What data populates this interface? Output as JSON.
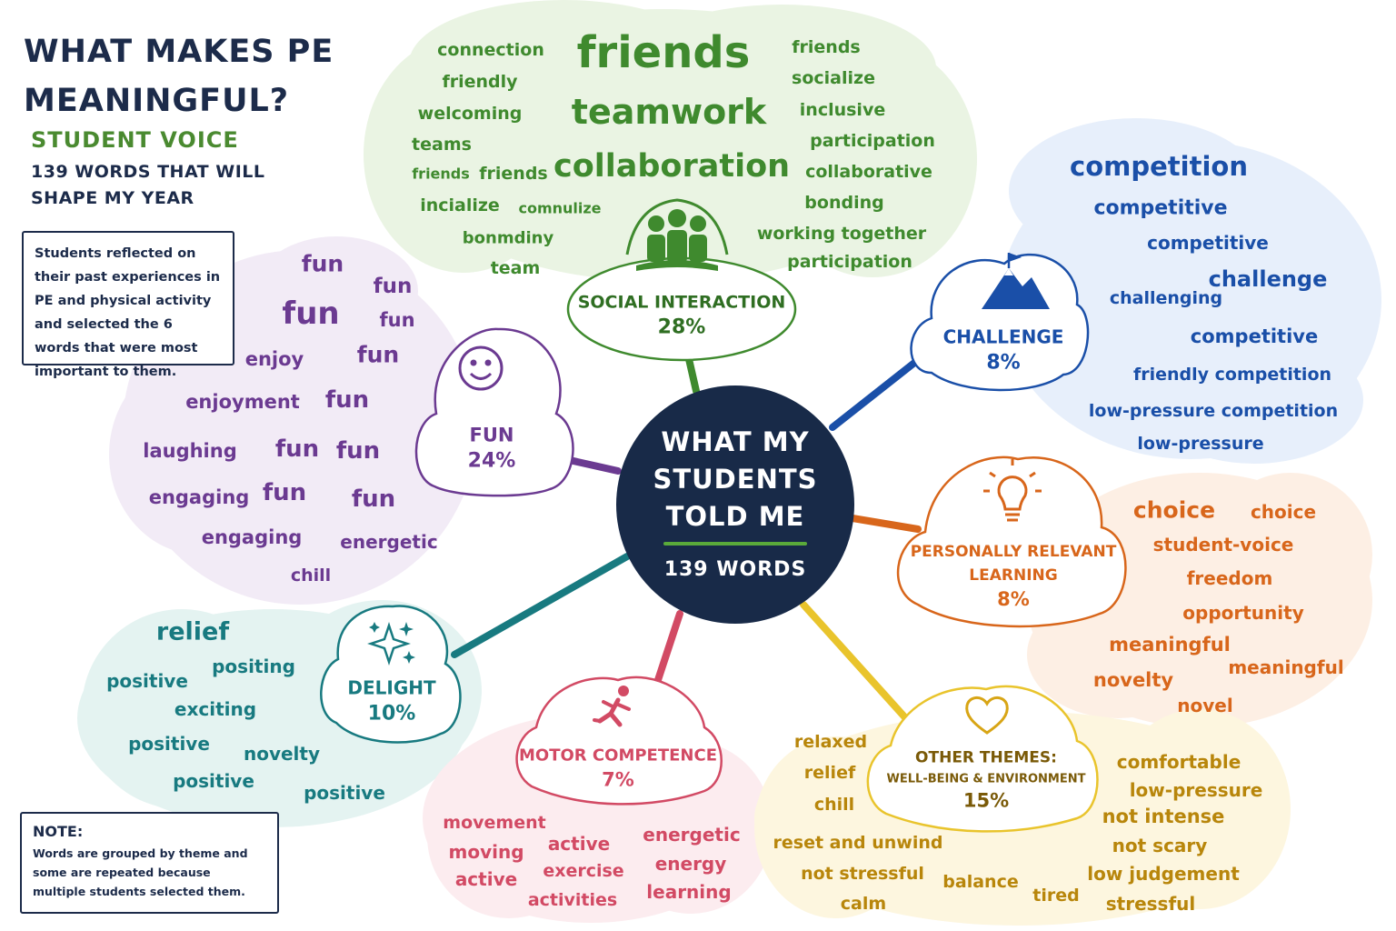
{
  "title_line1": "WHAT MAKES PE",
  "title_line2": "MEANINGFUL?",
  "subtitle": "STUDENT VOICE",
  "subline1": "139 WORDS THAT WILL",
  "subline2": "SHAPE MY YEAR",
  "intro": "Students reflected on their past experiences in PE and physical activity and selected the 6 words that were most important to them.",
  "note": {
    "heading": "NOTE:",
    "body": "Words are grouped by theme and some are repeated because multiple students selected them."
  },
  "hub": {
    "line1": "WHAT MY",
    "line2": "STUDENTS",
    "line3": "TOLD ME",
    "count": "139 WORDS"
  },
  "colors": {
    "social": "#3f8a2e",
    "challenge": "#1a4fa8",
    "fun": "#6b3a91",
    "relevant": "#d8661b",
    "delight": "#187a80",
    "motor": "#d24a64",
    "other": "#b8860b",
    "hub": "#182a48"
  },
  "themes": {
    "social": {
      "name": "SOCIAL INTERACTION",
      "pct": "28%",
      "icon": "group-of-people-icon"
    },
    "challenge": {
      "name": "CHALLENGE",
      "pct": "8%",
      "icon": "mountain-flag-icon"
    },
    "fun": {
      "name": "FUN",
      "pct": "24%",
      "icon": "smiley-face-icon"
    },
    "relevant": {
      "name": "PERSONALLY RELEVANT",
      "name2": "LEARNING",
      "pct": "8%",
      "icon": "lightbulb-icon"
    },
    "delight": {
      "name": "DELIGHT",
      "pct": "10%",
      "icon": "sparkles-icon"
    },
    "motor": {
      "name": "MOTOR COMPETENCE",
      "pct": "7%",
      "icon": "running-person-icon"
    },
    "other": {
      "name": "OTHER THEMES:",
      "name2": "WELL-BEING & ENVIRONMENT",
      "pct": "15%",
      "icon": "heart-icon"
    }
  },
  "words": {
    "social": [
      "connection",
      "friendly",
      "welcoming",
      "teams",
      "friends",
      "friends",
      "incialize",
      "comnulize",
      "bonmdiny",
      "team",
      "friends",
      "teamwork",
      "collaboration",
      "friends",
      "socialize",
      "inclusive",
      "participation",
      "collaborative",
      "bonding",
      "working together",
      "participation"
    ],
    "challenge": [
      "competition",
      "competitive",
      "competitive",
      "challenge",
      "challenging",
      "competitive",
      "friendly competition",
      "low-pressure competition",
      "low-pressure"
    ],
    "fun": [
      "fun",
      "fun",
      "fun",
      "fun",
      "enjoy",
      "fun",
      "enjoyment",
      "fun",
      "laughing",
      "fun",
      "fun",
      "engaging",
      "fun",
      "fun",
      "engaging",
      "energetic",
      "chill"
    ],
    "relevant": [
      "choice",
      "choice",
      "student-voice",
      "freedom",
      "opportunity",
      "meaningful",
      "meaningful",
      "novelty",
      "novel"
    ],
    "delight": [
      "relief",
      "positing",
      "positive",
      "exciting",
      "positive",
      "novelty",
      "positive",
      "positive"
    ],
    "motor": [
      "movement",
      "moving",
      "active",
      "active",
      "exercise",
      "activities",
      "energetic",
      "energy",
      "learning"
    ],
    "other": [
      "relaxed",
      "relief",
      "chill",
      "reset and unwind",
      "not stressful",
      "calm",
      "balance",
      "tired",
      "comfortable",
      "low-pressure",
      "not intense",
      "not scary",
      "low judgement",
      "stressful"
    ]
  }
}
